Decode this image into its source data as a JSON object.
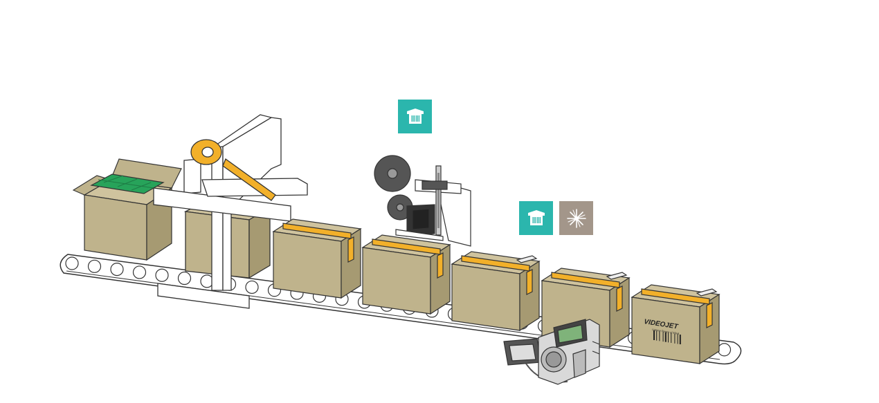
{
  "colors": {
    "teal": "#2bb6ad",
    "taupe": "#a3968a",
    "box_fill": "#bfb38c",
    "box_top": "#cfc39e",
    "box_side": "#a69a72",
    "tape": "#f2b02a",
    "products": "#27a35a",
    "outline": "#333333",
    "machine": "#ffffff"
  },
  "hotspots": [
    {
      "id": "labeler-top",
      "icon": "label-printer-icon",
      "color": "#2bb6ad"
    },
    {
      "id": "labeler-mid",
      "icon": "label-printer-icon",
      "color": "#2bb6ad"
    },
    {
      "id": "laser",
      "icon": "laser-icon",
      "color": "#a3968a"
    }
  ],
  "box_label": {
    "brand": "VIDEOJET",
    "tagline": "Uptime Peace of Mind"
  }
}
